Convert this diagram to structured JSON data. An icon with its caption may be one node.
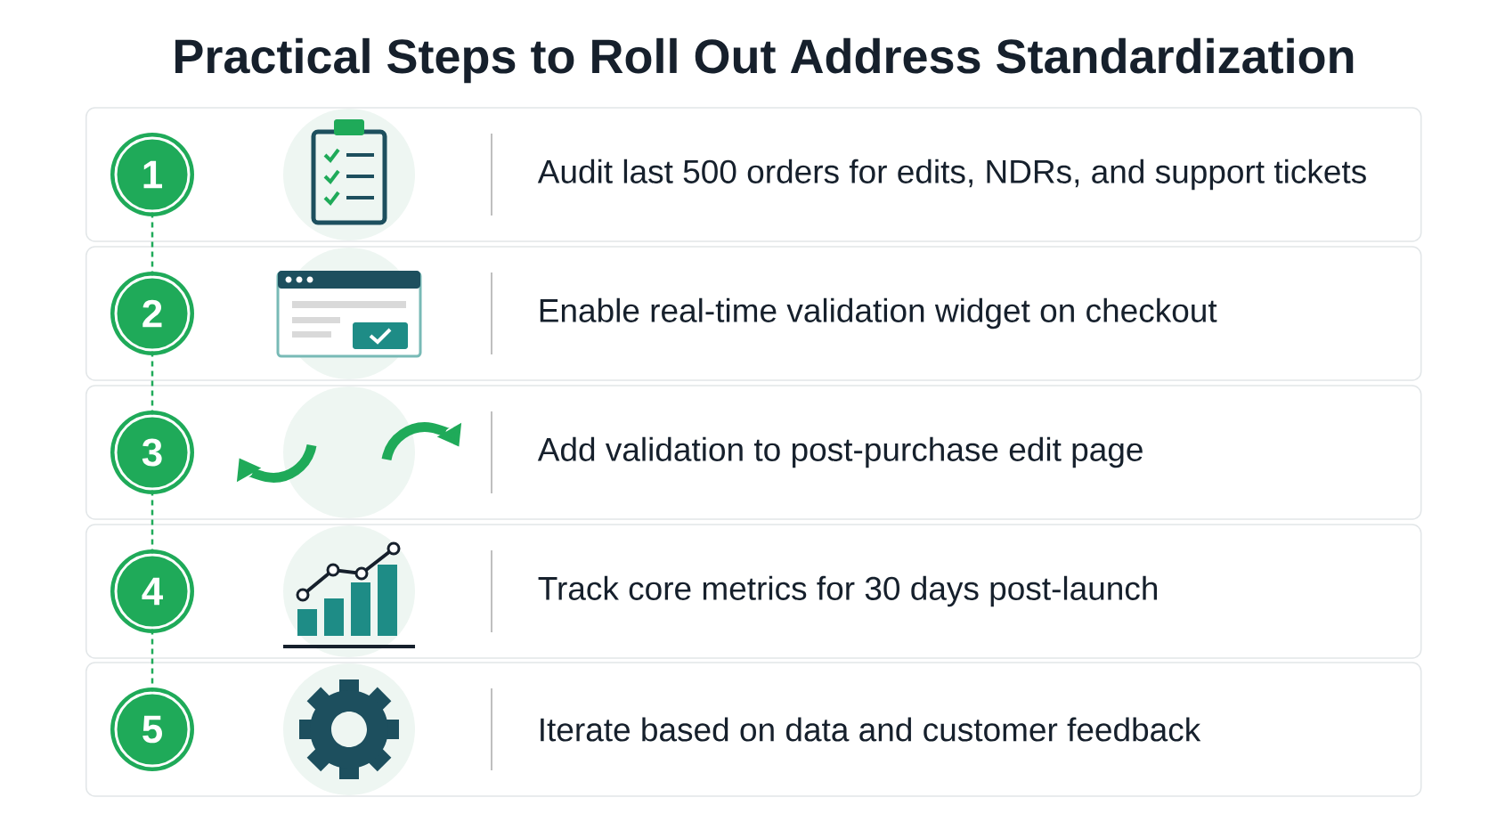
{
  "diagram": {
    "title": "Practical Steps to Roll Out Address Standardization",
    "nodes": [
      {
        "text": [
          "Audit last 500 orders for edits, NDRs, and support tickets"
        ]
      },
      {
        "text": [
          "1"
        ],
        "in": 0
      },
      {
        "text": [
          "Enable real-time validation widget on checkout"
        ]
      },
      {
        "text": [
          "2"
        ],
        "in": 2
      },
      {
        "text": [
          "Add validation to post-purchase edit page"
        ]
      },
      {
        "text": [
          "3"
        ],
        "in": 4
      },
      {
        "text": [
          "Track core metrics for 30 days post-launch"
        ]
      },
      {
        "text": [
          "4"
        ],
        "in": 6
      },
      {
        "text": [
          "Iterate based on data and customer feedback"
        ]
      },
      {
        "text": [
          "5"
        ],
        "in": 8
      }
    ],
    "edges": [
      {
        "from": 1,
        "to": 3,
        "arrow": "none",
        "style": "dashed"
      },
      {
        "from": 3,
        "to": 5,
        "arrow": "none",
        "style": "dashed"
      },
      {
        "from": 5,
        "to": 7,
        "arrow": "none",
        "style": "dashed"
      },
      {
        "from": 7,
        "to": 9,
        "arrow": "none",
        "style": "dashed"
      }
    ]
  }
}
